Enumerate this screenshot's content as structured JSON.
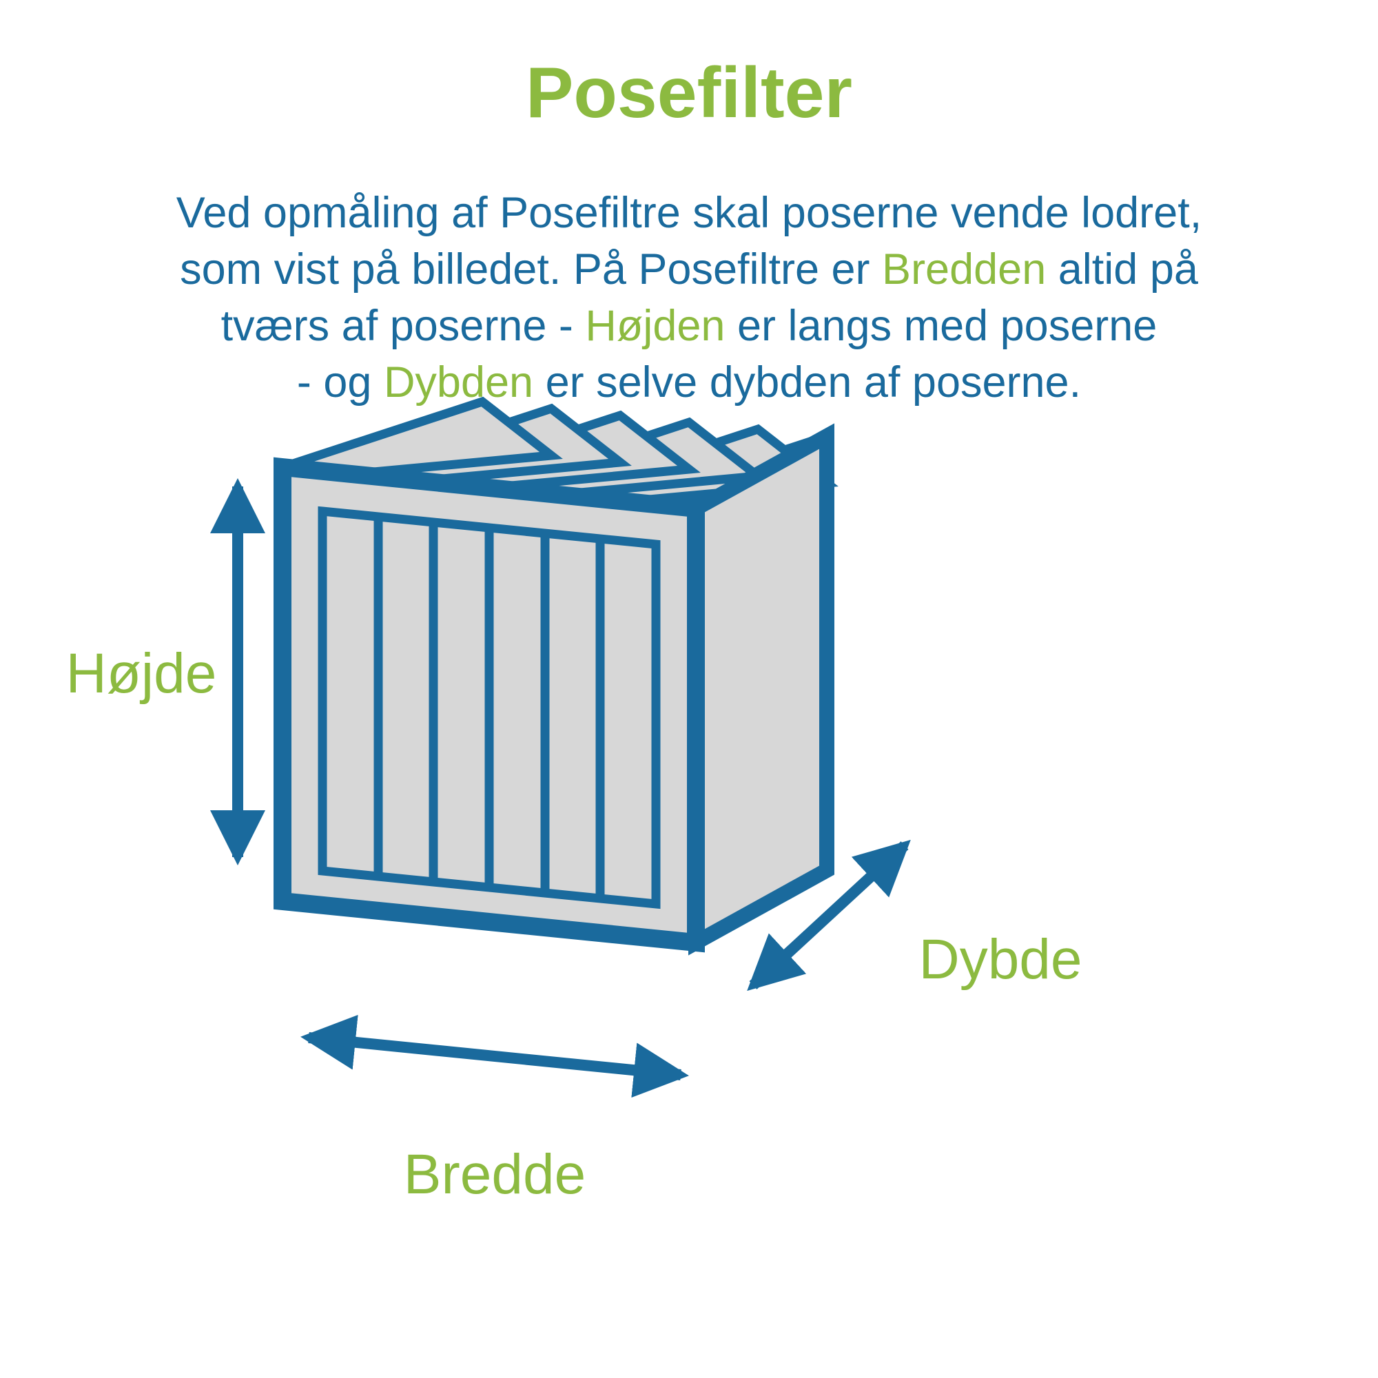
{
  "colors": {
    "green": "#8cba40",
    "blue": "#1a6a9d",
    "gray": "#d7d7d7",
    "background": "#ffffff"
  },
  "title": "Posefilter",
  "intro": {
    "line1": "Ved opmåling af Posefiltre skal poserne vende lodret,",
    "line2_pre": "som vist på billedet. På Posefiltre er ",
    "line2_highlight": "Bredden",
    "line2_post": " altid på",
    "line3_pre": "tværs af poserne - ",
    "line3_highlight": "Højden",
    "line3_post": " er langs med poserne",
    "line4_pre": "- og ",
    "line4_highlight": "Dybden",
    "line4_post": " er selve dybden af poserne."
  },
  "diagram": {
    "height_label": "Højde",
    "width_label": "Bredde",
    "depth_label": "Dybde"
  }
}
